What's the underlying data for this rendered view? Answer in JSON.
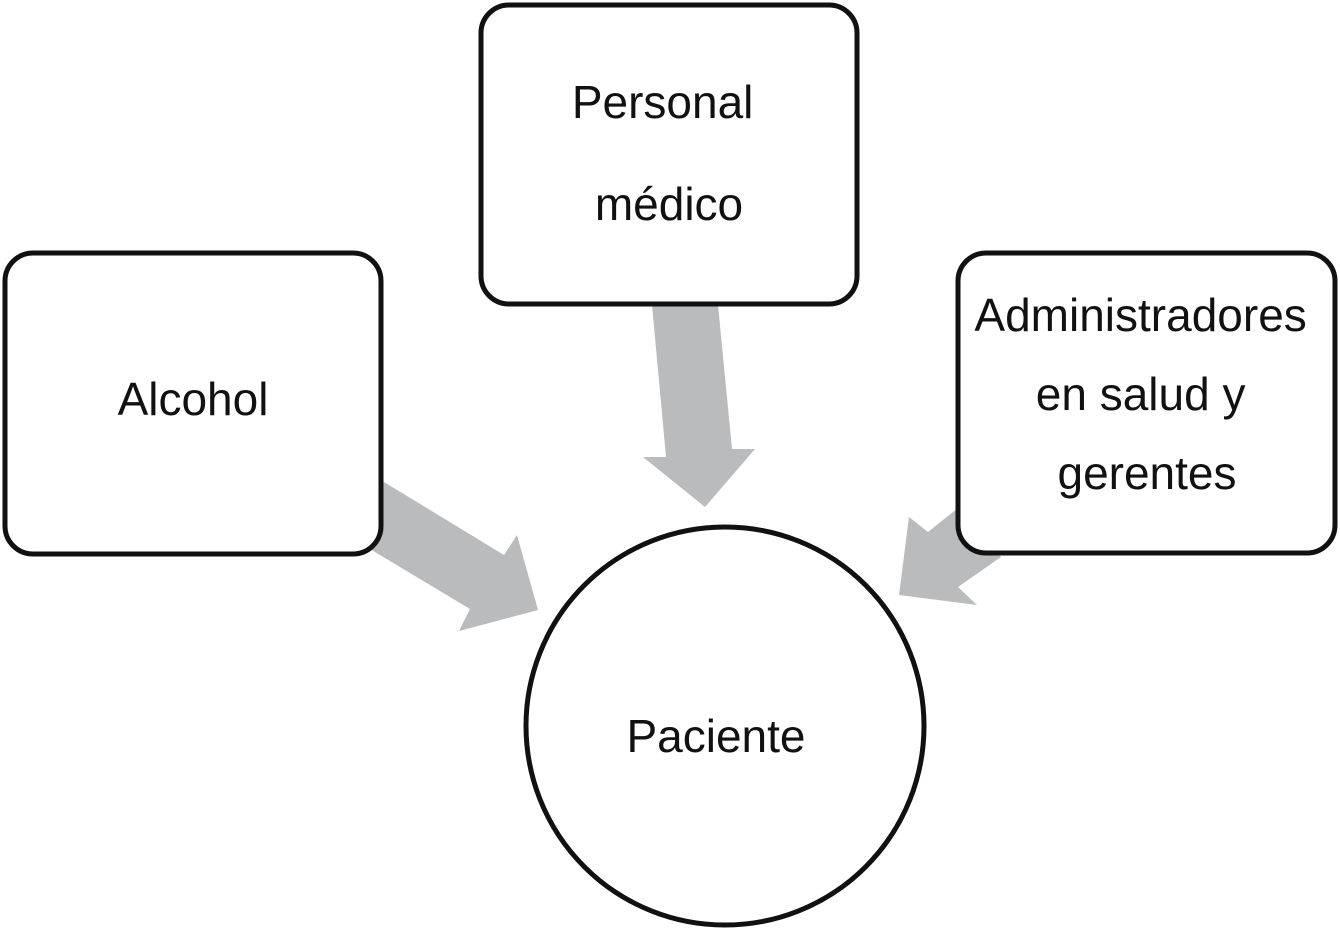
{
  "diagram": {
    "nodes": {
      "alcohol": {
        "lines": [
          "Alcohol"
        ]
      },
      "personal_medico": {
        "lines": [
          "Personal",
          "médico"
        ]
      },
      "administradores": {
        "lines": [
          "Administradores",
          "en salud y",
          "gerentes"
        ]
      },
      "paciente": {
        "lines": [
          "Paciente"
        ]
      }
    },
    "edges": [
      {
        "from": "Alcohol",
        "to": "Paciente"
      },
      {
        "from": "Personal médico",
        "to": "Paciente"
      },
      {
        "from": "Administradores en salud y gerentes",
        "to": "Paciente"
      }
    ],
    "colors": {
      "node_border": "#111111",
      "node_fill": "#ffffff",
      "arrow_fill": "#b9bbbd",
      "text": "#111111"
    }
  }
}
